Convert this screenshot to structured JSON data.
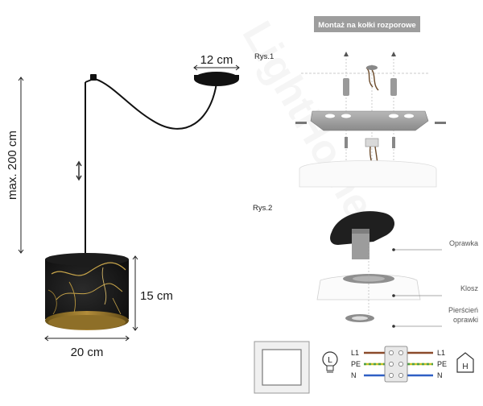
{
  "watermark": "LightHome",
  "dimensions": {
    "canopy_width": "12 cm",
    "max_height": "max. 200 cm",
    "shade_height": "15 cm",
    "shade_width": "20 cm"
  },
  "header": {
    "title": "Montaż na kołki rozporowe"
  },
  "figures": {
    "fig1": "Rys.1",
    "fig2": "Rys.2"
  },
  "parts": {
    "holder": "Oprawka",
    "shade": "Klosz",
    "ring_line1": "Pierścień",
    "ring_line2": "oprawki"
  },
  "wiring": {
    "left": [
      "L1",
      "PE",
      "N"
    ],
    "right": [
      "L1",
      "PE",
      "N"
    ],
    "bulb_letter": "L",
    "house_letter": "H",
    "wire_colors": [
      "#8b4a2b",
      "#c9c223",
      "#2f5fc4"
    ]
  }
}
